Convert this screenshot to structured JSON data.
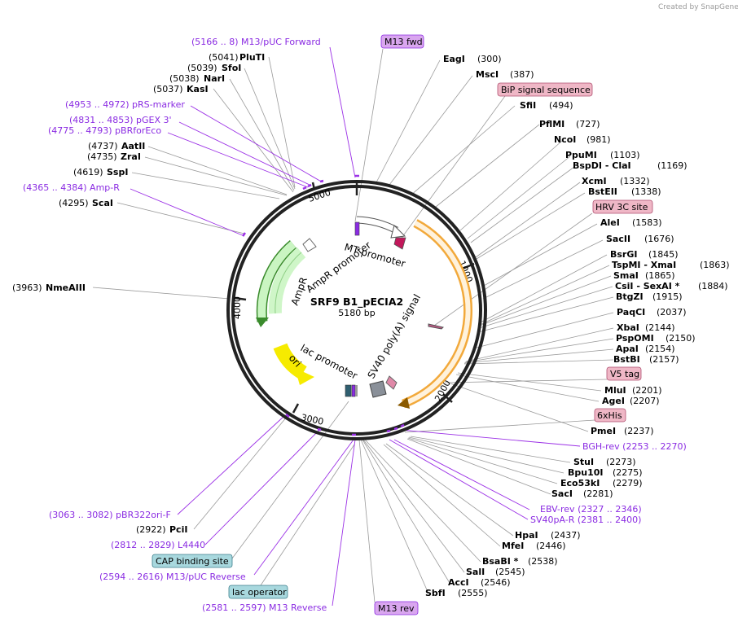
{
  "credit": "Created by SnapGene",
  "plasmid": {
    "name": "SRF9 B1_pECIA2",
    "size": "5180 bp"
  },
  "ticks": [
    "1000",
    "2000",
    "3000",
    "4000",
    "5000"
  ],
  "features": [
    "MT promoter",
    "AmpR promoter",
    "AmpR",
    "lac promoter",
    "ori",
    "SV40 poly(A) signal"
  ],
  "sites": [
    {
      "num": "(5041)",
      "name": "PluTI"
    },
    {
      "num": "(5039)",
      "name": "SfoI"
    },
    {
      "num": "(5038)",
      "name": "NarI"
    },
    {
      "num": "(5037)",
      "name": "KasI"
    },
    {
      "num": "(4737)",
      "name": "AatII"
    },
    {
      "num": "(4735)",
      "name": "ZraI"
    },
    {
      "num": "(4619)",
      "name": "SspI"
    },
    {
      "num": "(4295)",
      "name": "ScaI"
    },
    {
      "num": "(3963)",
      "name": "NmeAIII"
    },
    {
      "num": "(2922)",
      "name": "PciI"
    },
    {
      "name": "EagI",
      "num": "(300)"
    },
    {
      "name": "MscI",
      "num": "(387)"
    },
    {
      "name": "SfiI",
      "num": "(494)"
    },
    {
      "name": "PflMI",
      "num": "(727)"
    },
    {
      "name": "NcoI",
      "num": "(981)"
    },
    {
      "name": "PpuMI",
      "num": "(1103)"
    },
    {
      "name": "BspDI - ClaI",
      "num": "(1169)"
    },
    {
      "name": "XcmI",
      "num": "(1332)"
    },
    {
      "name": "BstEII",
      "num": "(1338)"
    },
    {
      "name": "AleI",
      "num": "(1583)"
    },
    {
      "name": "SacII",
      "num": "(1676)"
    },
    {
      "name": "BsrGI",
      "num": "(1845)"
    },
    {
      "name": "TspMI - XmaI",
      "num": "(1863)"
    },
    {
      "name": "SmaI",
      "num": "(1865)"
    },
    {
      "name": "CsiI - SexAI *",
      "num": "(1884)"
    },
    {
      "name": "BtgZI",
      "num": "(1915)"
    },
    {
      "name": "PaqCI",
      "num": "(2037)"
    },
    {
      "name": "XbaI",
      "num": "(2144)"
    },
    {
      "name": "PspOMI",
      "num": "(2150)"
    },
    {
      "name": "ApaI",
      "num": "(2154)"
    },
    {
      "name": "BstBI",
      "num": "(2157)"
    },
    {
      "name": "MluI",
      "num": "(2201)"
    },
    {
      "name": "AgeI",
      "num": "(2207)"
    },
    {
      "name": "PmeI",
      "num": "(2237)"
    },
    {
      "name": "StuI",
      "num": "(2273)"
    },
    {
      "name": "Bpu10I",
      "num": "(2275)"
    },
    {
      "name": "Eco53kI",
      "num": "(2279)"
    },
    {
      "name": "SacI",
      "num": "(2281)"
    },
    {
      "name": "HpaI",
      "num": "(2437)"
    },
    {
      "name": "MfeI",
      "num": "(2446)"
    },
    {
      "name": "BsaBI *",
      "num": "(2538)"
    },
    {
      "name": "SalI",
      "num": "(2545)"
    },
    {
      "name": "AccI",
      "num": "(2546)"
    },
    {
      "name": "SbfI",
      "num": "(2555)"
    }
  ],
  "primers": [
    "(5166 .. 8)  M13/pUC Forward",
    "(4953 .. 4972)  pRS-marker",
    "(4831 .. 4853)  pGEX 3'",
    "(4775 .. 4793)  pBRforEco",
    "(4365 .. 4384)  Amp-R",
    "(3063 .. 3082)  pBR322ori-F",
    "(2812 .. 2829)  L4440",
    "(2594 .. 2616)  M13/pUC Reverse",
    "(2581 .. 2597)  M13 Reverse",
    "BGH-rev   (2253 .. 2270)",
    "EBV-rev   (2327 .. 2346)",
    "SV40pA-R   (2381 .. 2400)"
  ],
  "boxes": [
    {
      "label": "M13 fwd",
      "color": "#d9a6ef"
    },
    {
      "label": "BiP signal sequence",
      "color": "#efb7c6"
    },
    {
      "label": "HRV 3C site",
      "color": "#efb7c6"
    },
    {
      "label": "V5 tag",
      "color": "#efb7c6"
    },
    {
      "label": "6xHis",
      "color": "#efb7c6"
    },
    {
      "label": "CAP binding site",
      "color": "#a8d8de"
    },
    {
      "label": "lac operator",
      "color": "#a8d8de"
    },
    {
      "label": "M13 rev",
      "color": "#d9a6ef"
    }
  ]
}
